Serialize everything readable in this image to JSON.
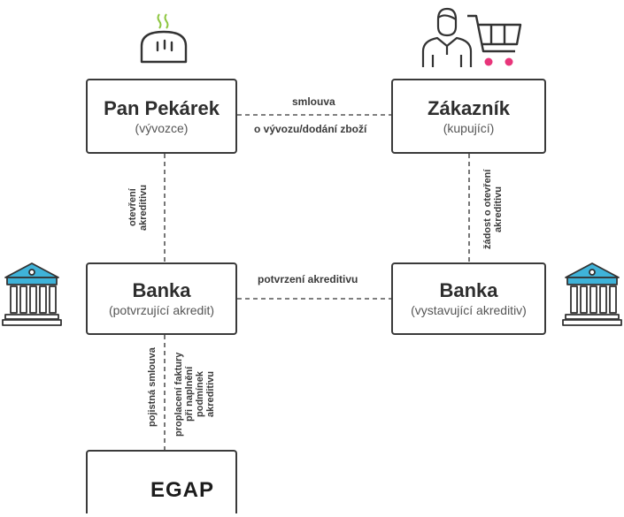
{
  "nodes": {
    "exporter": {
      "title": "Pan Pekárek",
      "subtitle": "(vývozce)"
    },
    "customer": {
      "title": "Zákazník",
      "subtitle": "(kupující)"
    },
    "confirming_bank": {
      "title": "Banka",
      "subtitle": "(potvrzující akredit)"
    },
    "issuing_bank": {
      "title": "Banka",
      "subtitle": "(vystavující akreditiv)"
    },
    "egap": {
      "label": "EGAP"
    }
  },
  "edges": {
    "contract_top": "smlouva",
    "contract_bottom": "o vývozu/dodání zboží",
    "open_credit": "otevření\nakreditivu",
    "request_open_credit": "žádost o otevření\nakreditivu",
    "confirm_credit": "potvrzení akreditivu",
    "insurance_contract": "pojistná smlouva",
    "invoice_payment": "proplacení faktury\npři naplnění\npodmínek\nakreditivu"
  },
  "icons": [
    "bread-icon",
    "customer-icon",
    "shopping-cart-icon",
    "bank-building-icon",
    "egap-logo"
  ],
  "colors": {
    "box_border": "#3a3a3a",
    "connector": "#555555",
    "bank_icon_fill": "#3fb3d9",
    "steam": "#8dc63f",
    "egap_pink": "#e8357a",
    "egap_teal": "#2ec4c8",
    "egap_text": "#1c1c1c"
  }
}
